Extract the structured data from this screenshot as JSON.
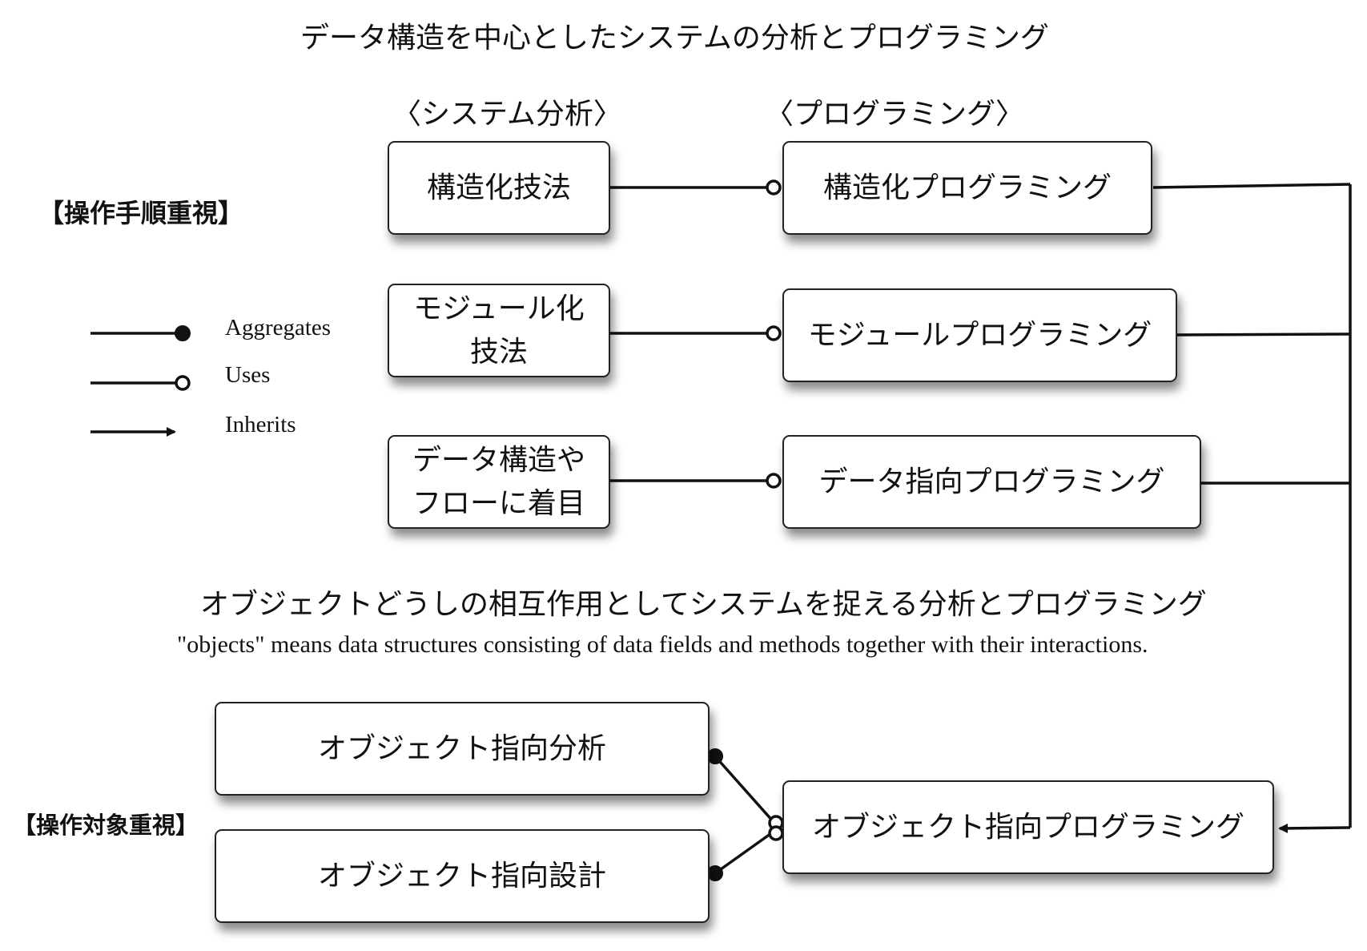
{
  "title": "データ構造を中心としたシステムの分析とプログラミング",
  "column_headers": {
    "analysis": "〈システム分析〉",
    "programming": "〈プログラミング〉"
  },
  "side_labels": {
    "procedure": "【操作手順重視】",
    "object": "【操作対象重視】"
  },
  "legend": {
    "aggregates": "Aggregates",
    "uses": "Uses",
    "inherits": "Inherits"
  },
  "boxes": {
    "structured_technique": "構造化技法",
    "structured_programming": "構造化プログラミング",
    "modular_technique": "モジュール化\n技法",
    "modular_programming": "モジュールプログラミング",
    "data_flow_focus": "データ構造や\nフローに着目",
    "data_oriented_programming": "データ指向プログラミング",
    "oo_analysis": "オブジェクト指向分析",
    "oo_design": "オブジェクト指向設計",
    "oo_programming": "オブジェクト指向プログラミング"
  },
  "oo_heading": "オブジェクトどうしの相互作用としてシステムを捉える分析とプログラミング",
  "oo_note": "\"objects\" means data structures consisting of data fields and methods together with their interactions."
}
